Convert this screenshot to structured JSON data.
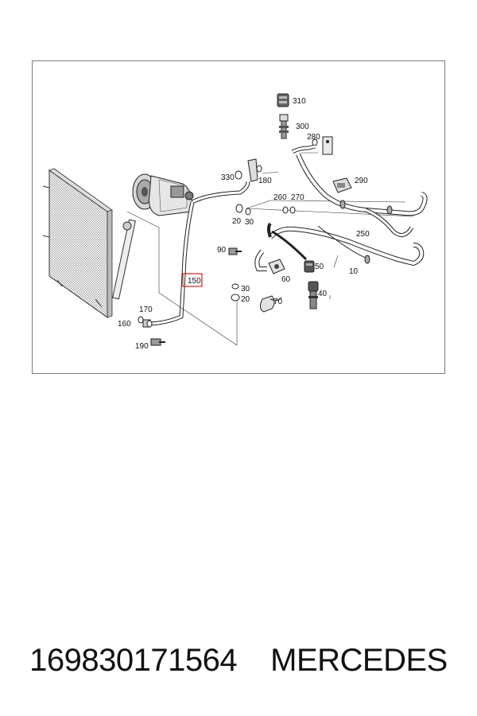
{
  "diagram": {
    "callouts": {
      "c10": "10",
      "c20a": "20",
      "c20b": "20",
      "c30a": "30",
      "c30b": "30",
      "c40": "40",
      "c50": "50",
      "c60": "60",
      "c70": "70",
      "c90": "90",
      "c150": "150",
      "c160": "160",
      "c170": "170",
      "c180": "180",
      "c190": "190",
      "c250": "250",
      "c260": "260",
      "c270": "270",
      "c280": "280",
      "c290": "290",
      "c300": "300",
      "c310": "310",
      "c330": "330"
    },
    "highlight_color": "#d21f1f"
  },
  "caption": {
    "part_number": "169830171564",
    "brand": "MERCEDES"
  }
}
